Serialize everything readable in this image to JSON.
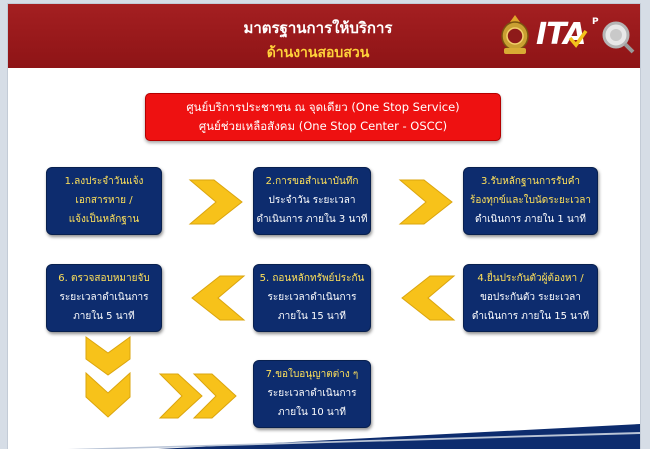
{
  "header": {
    "title": "มาตรฐานการให้บริการ",
    "subtitle": "ด้านงานสอบสวน",
    "logo_text": "ITA",
    "logo_superscript": "P"
  },
  "banner": {
    "line1": "ศูนย์บริการประชาชน ณ จุดเดียว (One Stop Service)",
    "line2": "ศูนย์ช่วยเหลือสังคม (One Stop Center - OSCC)"
  },
  "steps": {
    "s1": {
      "l1": "1.ลงประจำวันแจ้ง",
      "l2": "เอกสารหาย /",
      "l3": "แจ้งเป็นหลักฐาน"
    },
    "s2": {
      "l1": "2.การขอสำเนาบันทึก",
      "l2": "ประจำวัน ระยะเวลา",
      "l3": "ดำเนินการ ภายใน 3 นาที"
    },
    "s3": {
      "l1": "3.รับหลักฐานการรับคำ",
      "l2": "ร้องทุกข์และใบนัดระยะเวลา",
      "l3": "ดำเนินการ ภายใน 1 นาที"
    },
    "s4": {
      "l1": "4.ยื่นประกันตัวผู้ต้องหา /",
      "l2": "ขอประกันตัว ระยะเวลา",
      "l3": "ดำเนินการ ภายใน 15 นาที"
    },
    "s5": {
      "l1": "5. ถอนหลักทรัพย์ประกัน",
      "l2": "ระยะเวลาดำเนินการ",
      "l3": "ภายใน 15 นาที"
    },
    "s6": {
      "l1": "6. ตรวจสอบหมายจับ",
      "l2": "ระยะเวลาดำเนินการ",
      "l3": "ภายใน 5 นาที"
    },
    "s7": {
      "l1": "7.ขอใบอนุญาตต่าง ๆ",
      "l2": "ระยะเวลาดำเนินการ",
      "l3": "ภายใน 10 นาที"
    }
  },
  "colors": {
    "header_red": "#a41f21",
    "banner_red": "#ee1111",
    "box_navy": "#0d2c6e",
    "arrow_gold": "#f7c21a",
    "subtitle_yellow": "#ffd23a"
  }
}
